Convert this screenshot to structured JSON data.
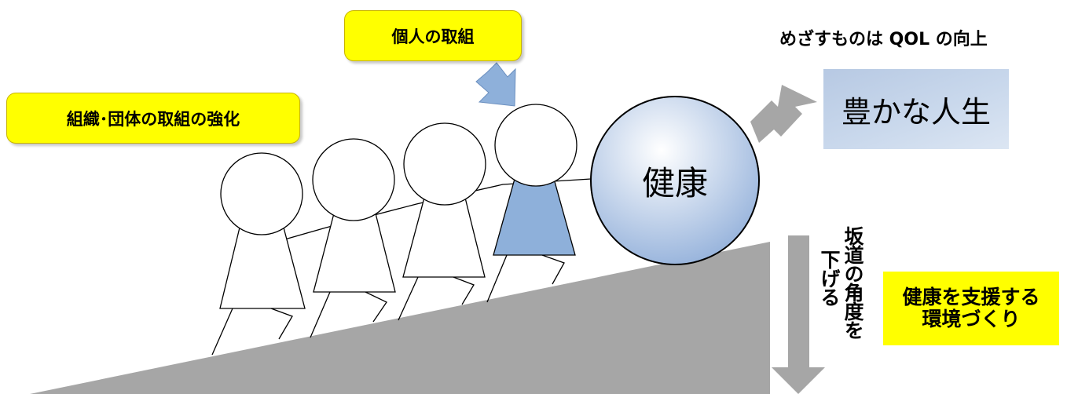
{
  "callouts": {
    "organization": "組織･団体の取組の強化",
    "individual": "個人の取組"
  },
  "goal": {
    "caption": "めざすものは QOL の向上",
    "box_label": "豊かな人生"
  },
  "ball": {
    "label": "健康"
  },
  "slope": {
    "action_line1": "坂道の角度を",
    "action_line2": "下げる"
  },
  "support": {
    "line1": "健康を支援する",
    "line2": "環境づくり"
  },
  "colors": {
    "callout_fill": "#ffff00",
    "slope_gray": "#a6a6a6",
    "arrow_gray": "#a6a6a6",
    "individual_fill": "#8eb0da",
    "small_arrow": "#8eb0da",
    "ball_gradient_light": "#ffffff",
    "ball_gradient_dark": "#98b4dc",
    "rich_box": "#c3d3ea"
  }
}
